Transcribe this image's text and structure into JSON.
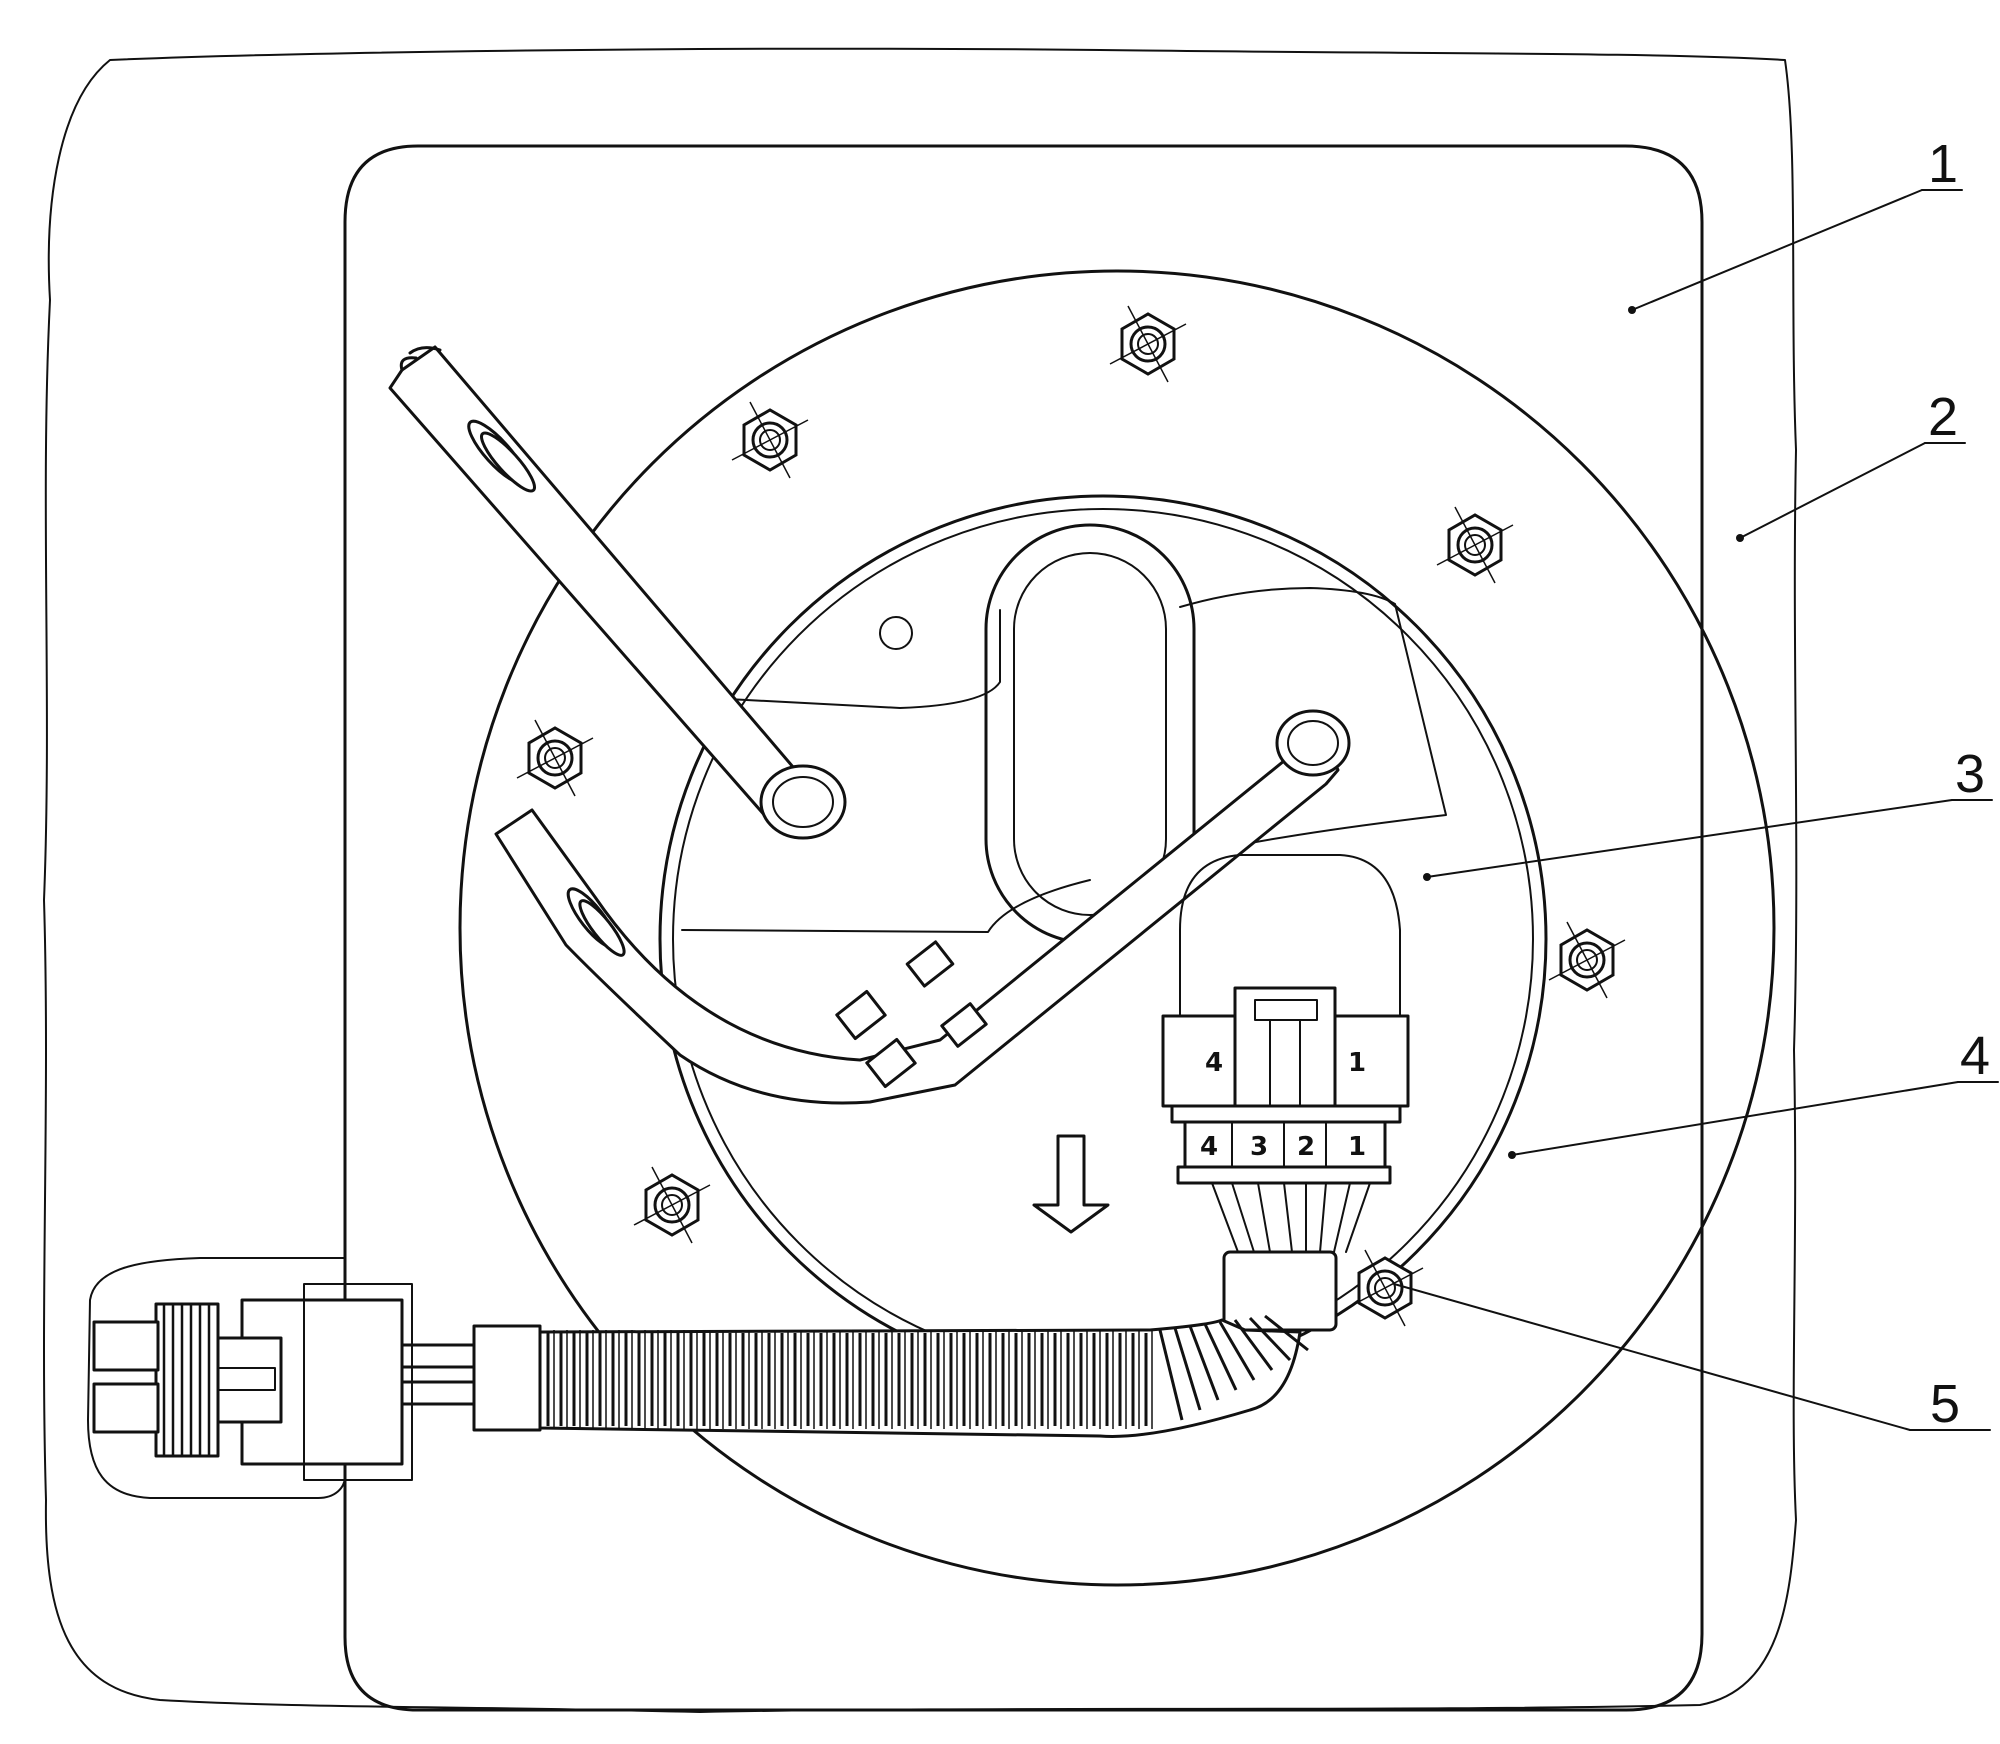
{
  "callouts": [
    {
      "id": "1",
      "label": "1"
    },
    {
      "id": "2",
      "label": "2"
    },
    {
      "id": "3",
      "label": "3"
    },
    {
      "id": "4",
      "label": "4"
    },
    {
      "id": "5",
      "label": "5"
    }
  ],
  "connector_upper_pins": [
    "4",
    "1"
  ],
  "connector_lower_pins": [
    "4",
    "3",
    "2",
    "1"
  ],
  "icons": [
    "down-arrow-icon",
    "hex-nut-icon"
  ]
}
